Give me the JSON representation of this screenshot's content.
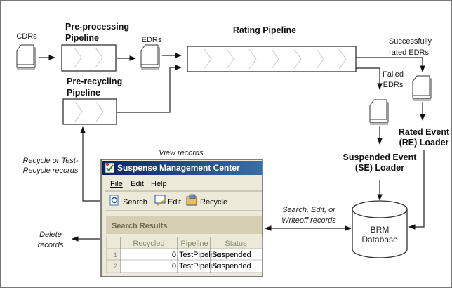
{
  "inputs": {
    "cdrs": "CDRs",
    "edrs": "EDRs"
  },
  "pipelines": {
    "preprocessing": [
      "Pre-processing",
      "Pipeline"
    ],
    "prerecycling": [
      "Pre-recycling",
      "Pipeline"
    ],
    "rating": "Rating Pipeline"
  },
  "outputs": {
    "success": [
      "Successfully",
      "rated EDRs"
    ],
    "failed": [
      "Failed",
      "EDRs"
    ]
  },
  "loaders": {
    "rated": [
      "Rated Event",
      "(RE) Loader"
    ],
    "suspended": [
      "Suspended Event",
      "(SE) Loader"
    ]
  },
  "database": [
    "BRM",
    "Database"
  ],
  "actions": {
    "recycle": [
      "Recycle or Test-",
      "Recycle records"
    ],
    "delete": [
      "Delete",
      "records"
    ],
    "view": "View records",
    "search_edit": [
      "Search, Edit, or",
      "Writeoff records"
    ]
  },
  "window": {
    "title": "Suspense Management Center",
    "menu": [
      "File",
      "Edit",
      "Help"
    ],
    "toolbar": [
      "Search",
      "Edit",
      "Recycle"
    ],
    "section": "Search Results",
    "columns": [
      "Recycled",
      "Pipeline",
      "Status"
    ],
    "rows": [
      {
        "num": "1",
        "recycled": "0",
        "pipeline": "TestPipeline",
        "status": "Suspended"
      },
      {
        "num": "2",
        "recycled": "0",
        "pipeline": "TestPipeline",
        "status": "Suspended"
      }
    ]
  }
}
